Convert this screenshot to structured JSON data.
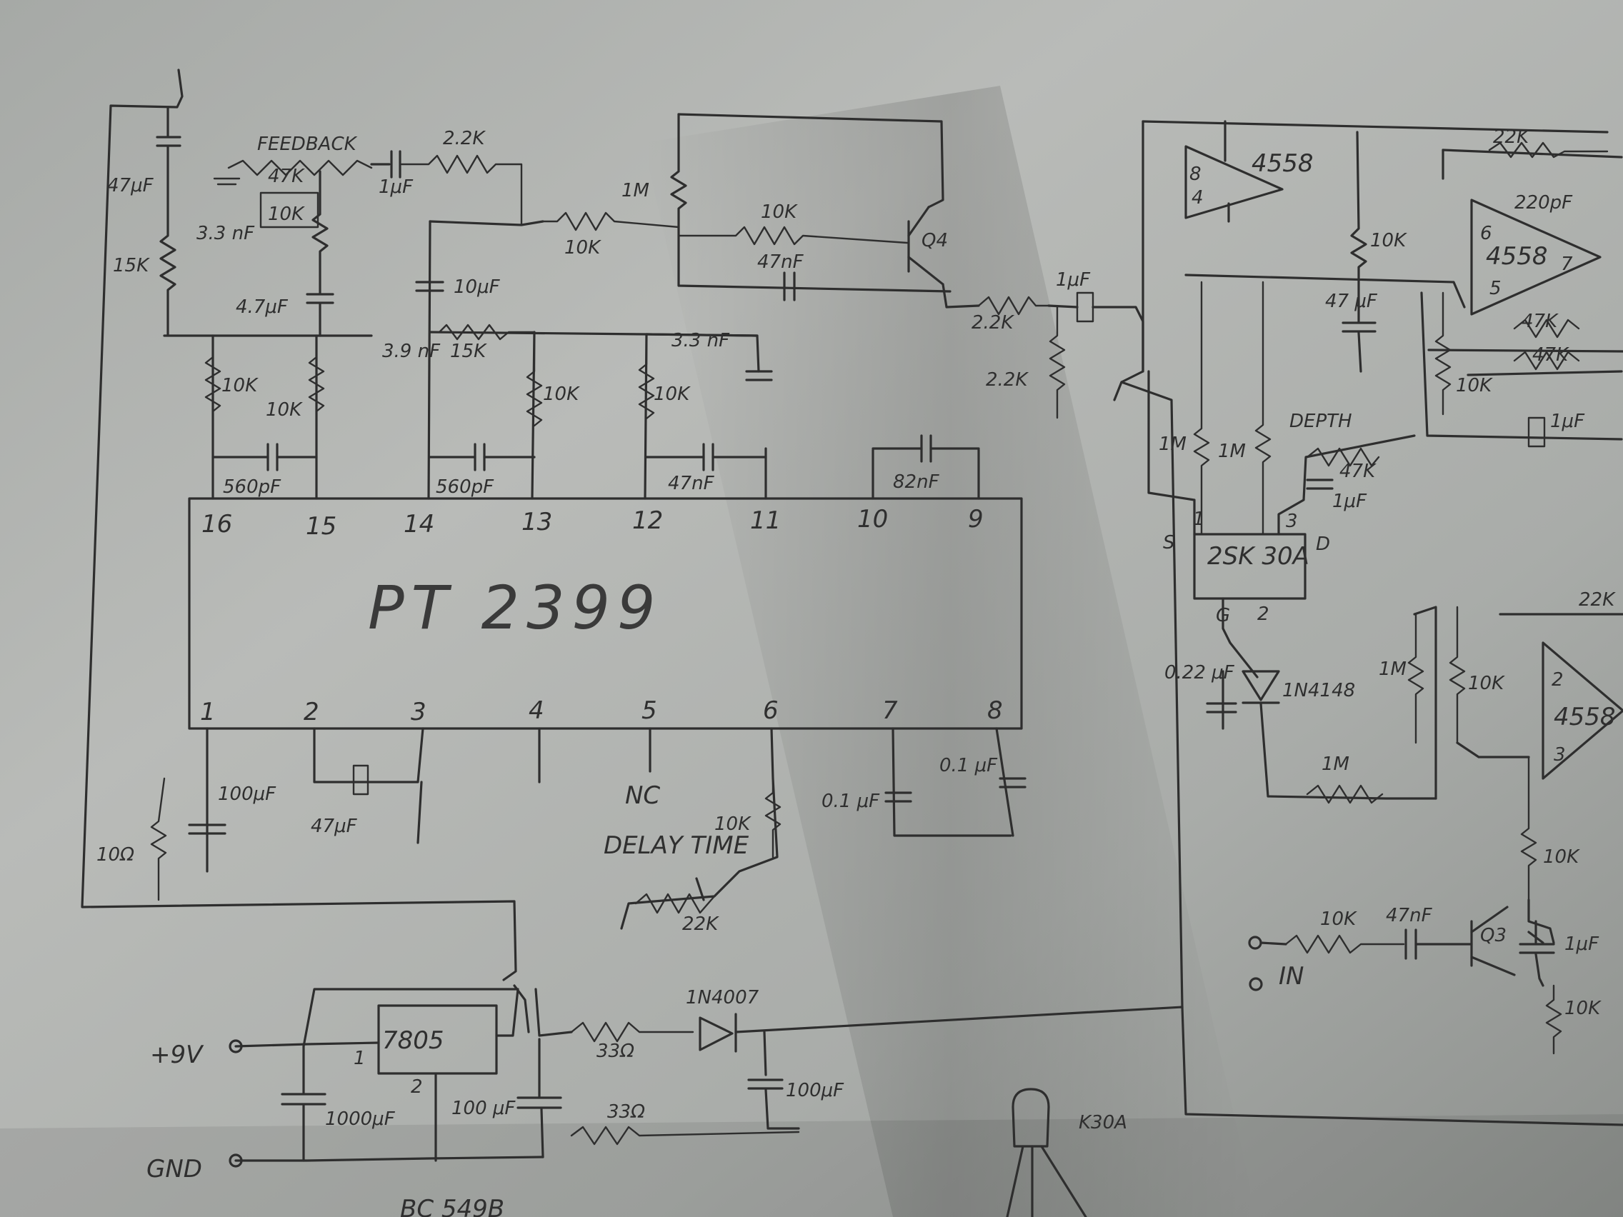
{
  "schematic": {
    "ic_main": "PT 2399",
    "pins_top": [
      "16",
      "15",
      "14",
      "13",
      "12",
      "11",
      "10",
      "9"
    ],
    "pins_bottom": [
      "1",
      "2",
      "3",
      "4",
      "5",
      "6",
      "7",
      "8"
    ],
    "pin5_note": "NC",
    "feedback": {
      "label": "FEEDBACK",
      "pot": "47K"
    },
    "caps": {
      "c47u_top": "47μF",
      "c3n3_left": "3.3 nF",
      "c4u7": "4.7μF",
      "c1u_fb": "1μF",
      "c3n9": "3.9 nF",
      "c10u": "10μF",
      "c3n3_right": "3.3 nF",
      "c47n_q4": "47nF",
      "c560p_1": "560pF",
      "c560p_2": "560pF",
      "c47n_pins": "47nF",
      "c82n": "82nF",
      "c100u_pin1": "100μF",
      "c47u_pin2": "47μF",
      "c0u1_a": "0.1 μF",
      "c0u1_b": "0.1 μF",
      "c1u_out": "1μF",
      "c1000u": "1000μF",
      "c100u_reg": "100 μF",
      "c100u_diode": "100μF",
      "c47u_right": "47 μF",
      "c220p": "220pF",
      "c0u22": "0.22 μF",
      "c1u_depth": "1μF",
      "c1u_depth2": "1μF",
      "c47n_in": "47nF",
      "c1u_q3": "1μF"
    },
    "resistors": {
      "r15k_left": "15K",
      "r10k_fb": "10K",
      "r2k2_top": "2.2K",
      "r1m": "1M",
      "r10k_q4": "10K",
      "r10k_mid": "10K",
      "r2k2_out": "2.2K",
      "r2k2_gnd": "2.2K",
      "r10k_16": "10K",
      "r10k_15": "10K",
      "r15k_mid": "15K",
      "r10k_13": "10K",
      "r10k_12": "10K",
      "r10_pin1": "10Ω",
      "r10k_pin6": "10K",
      "r22k_delay": "22K",
      "r33_a": "33Ω",
      "r33_b": "33Ω",
      "r22k_top_right": "22K",
      "r10k_right_top": "10K",
      "r47k_a": "47K",
      "r47k_b": "47K",
      "r10k_4558": "10K",
      "r1m_a": "1M",
      "r1m_b": "1M",
      "r47k_depth": "47K",
      "r1m_c": "1M",
      "r1m_d": "1M",
      "r10k_d": "10K",
      "r10k_e": "10K",
      "r10k_in": "10K",
      "r10k_q3": "10K",
      "r22k_right": "22K"
    },
    "delay_time": "DELAY TIME",
    "depth": "DEPTH",
    "transistor_q4": "Q4",
    "transistor_q3": "Q3",
    "opamp_a": "4558",
    "opamp_b": "4558",
    "opamp_c": "4558",
    "opamp_a_pins": [
      "8",
      "4"
    ],
    "opamp_b_pins": [
      "6",
      "5",
      "7"
    ],
    "opamp_c_pins": [
      "2",
      "3"
    ],
    "jfet": "2SK 30A",
    "jfet_pins": [
      "S",
      "1",
      "3",
      "D",
      "G",
      "2"
    ],
    "diode_1n4148": "1N4148",
    "diode_1n4007": "1N4007",
    "regulator": "7805",
    "reg_pins": [
      "1",
      "2"
    ],
    "supply_pos": "+9V",
    "supply_gnd": "GND",
    "input": "IN",
    "k30a": "K30A",
    "bottom_note": "BC 549B"
  }
}
